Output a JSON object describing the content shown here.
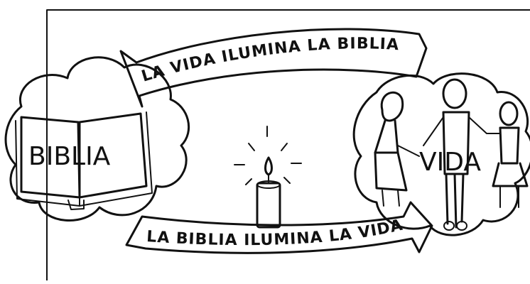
{
  "top_arrow_label": "LA VIDA ILUMINA LA BIBLIA",
  "bottom_arrow_label": "LA BIBLIA ILUMINA LA VIDA",
  "book_label": "BIBLIA",
  "people_label": "VIDA"
}
